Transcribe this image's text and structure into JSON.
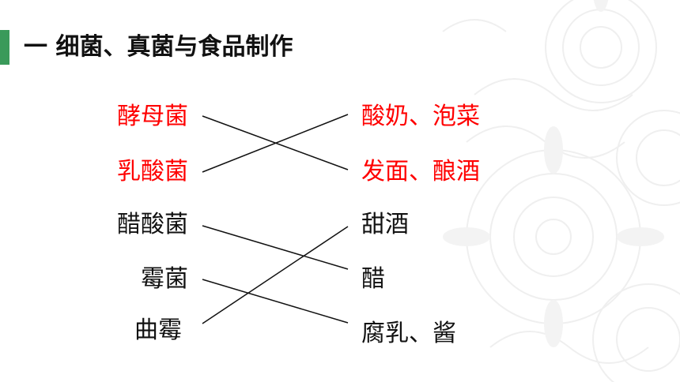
{
  "title": "一 细菌、真菌与食品制作",
  "colors": {
    "accent_bar": "#3a9a5a",
    "highlight_text": "#ff0000",
    "normal_text": "#111111",
    "line": "#111111"
  },
  "left_items": [
    {
      "label": "酵母菌",
      "color": "red"
    },
    {
      "label": "乳酸菌",
      "color": "red"
    },
    {
      "label": "醋酸菌",
      "color": "black"
    },
    {
      "label": "霉菌",
      "color": "black"
    },
    {
      "label": "曲霉",
      "color": "black"
    }
  ],
  "right_items": [
    {
      "label": "酸奶、泡菜",
      "color": "red"
    },
    {
      "label": "发面、酿酒",
      "color": "red"
    },
    {
      "label": "甜酒",
      "color": "black"
    },
    {
      "label": "醋",
      "color": "black"
    },
    {
      "label": "腐乳、酱",
      "color": "black"
    }
  ],
  "matches": [
    {
      "left": "酵母菌",
      "right": "发面、酿酒"
    },
    {
      "left": "乳酸菌",
      "right": "酸奶、泡菜"
    },
    {
      "left": "醋酸菌",
      "right": "醋"
    },
    {
      "left": "霉菌",
      "right": "腐乳、酱"
    },
    {
      "left": "曲霉",
      "right": "甜酒"
    }
  ]
}
